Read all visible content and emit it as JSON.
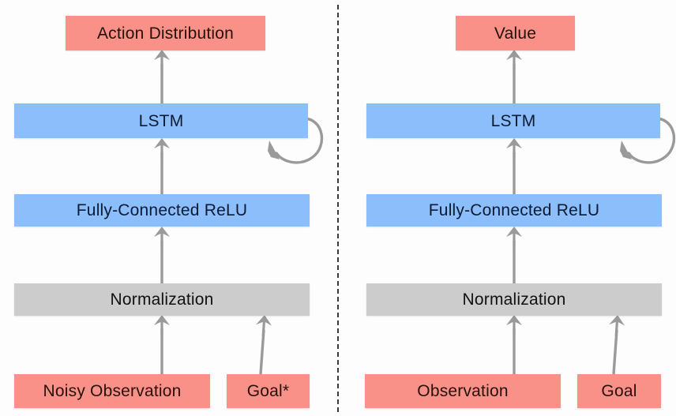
{
  "figure": {
    "title": "Actor-Critic network architecture diagram",
    "divider": "vertical-dashed-separator"
  },
  "colors": {
    "input_output": "#fa9189",
    "learned_layer": "#8cbefc",
    "preprocess_layer": "#cccccc",
    "arrow": "#9a9a9a",
    "divider": "#3a3a3a",
    "background": "#fdfdfd"
  },
  "panels": [
    {
      "id": "policy-network",
      "side": "left",
      "nodes": {
        "output": "Action Distribution",
        "recurrent": "LSTM",
        "dense": "Fully-Connected ReLU",
        "norm": "Normalization",
        "input_primary": "Noisy Observation",
        "input_secondary": "Goal*"
      }
    },
    {
      "id": "value-network",
      "side": "right",
      "nodes": {
        "output": "Value",
        "recurrent": "LSTM",
        "dense": "Fully-Connected ReLU",
        "norm": "Normalization",
        "input_primary": "Observation",
        "input_secondary": "Goal"
      }
    }
  ],
  "edges": [
    {
      "from": "input_primary",
      "to": "norm",
      "style": "solid-arrow-up"
    },
    {
      "from": "input_secondary",
      "to": "norm",
      "style": "solid-arrow-up-slanted"
    },
    {
      "from": "norm",
      "to": "dense",
      "style": "solid-arrow-up"
    },
    {
      "from": "dense",
      "to": "recurrent",
      "style": "solid-arrow-up"
    },
    {
      "from": "recurrent",
      "to": "output",
      "style": "solid-arrow-up"
    },
    {
      "from": "recurrent",
      "to": "recurrent",
      "style": "recurrent-loop-arrow"
    }
  ]
}
